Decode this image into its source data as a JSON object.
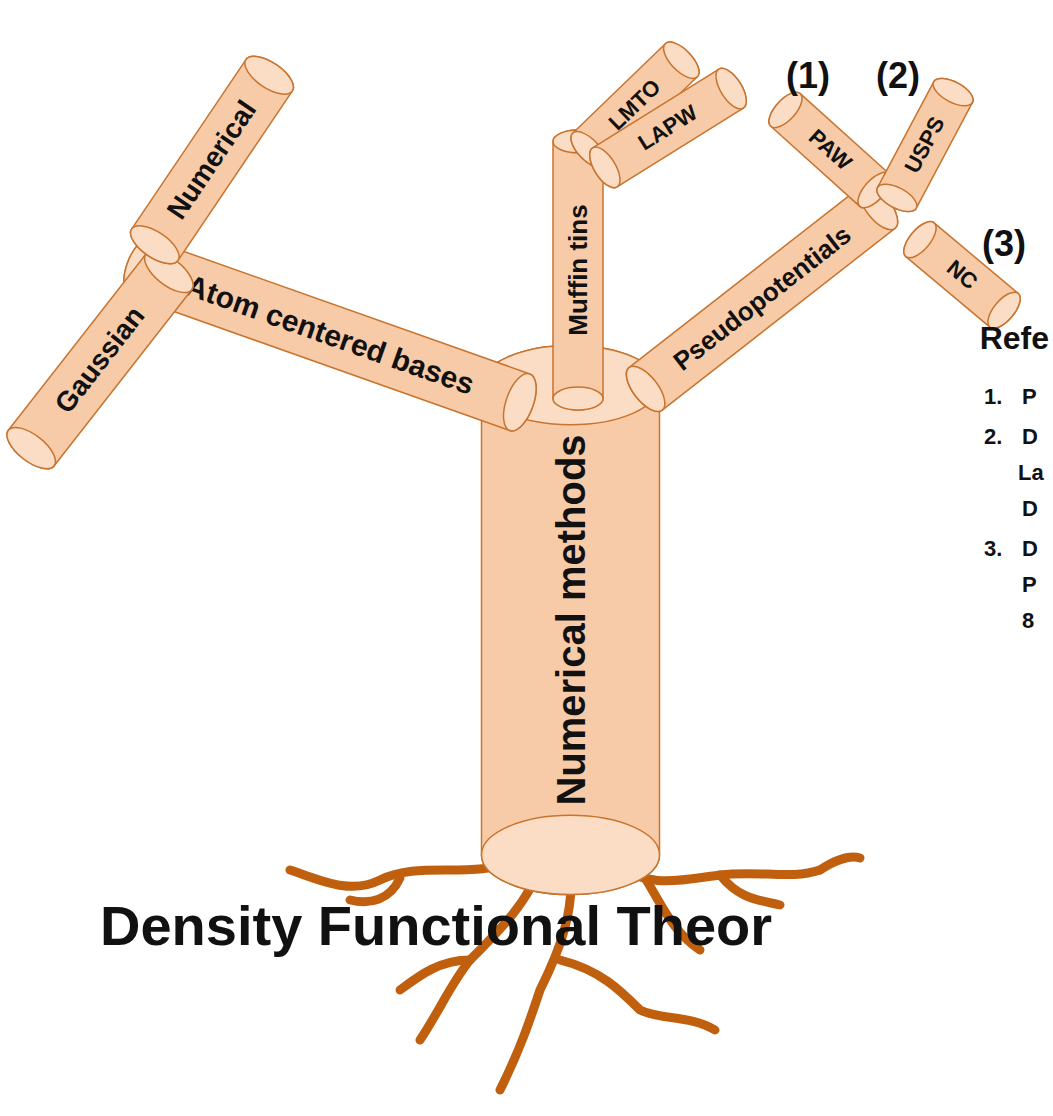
{
  "diagram": {
    "title": "Density Functional Theor",
    "nodes": [
      {
        "text": [
          "Numerical methods"
        ]
      },
      {
        "text": [
          "Atom centered bases"
        ]
      },
      {
        "text": [
          "Gaussian"
        ]
      },
      {
        "text": [
          "Numerical"
        ]
      },
      {
        "text": [
          "Muffin tins"
        ]
      },
      {
        "text": [
          "LMTO"
        ]
      },
      {
        "text": [
          "LAPW"
        ]
      },
      {
        "text": [
          "Pseudopotentials"
        ]
      },
      {
        "text": [
          "PAW"
        ]
      },
      {
        "text": [
          "USPS"
        ]
      },
      {
        "text": [
          "NC"
        ]
      }
    ],
    "labels": [
      "(1)",
      "(2)",
      "(3)",
      "Refe",
      "1.",
      "P",
      "2.",
      "D",
      "La",
      "D",
      "3.",
      "D",
      "P",
      "8"
    ]
  }
}
